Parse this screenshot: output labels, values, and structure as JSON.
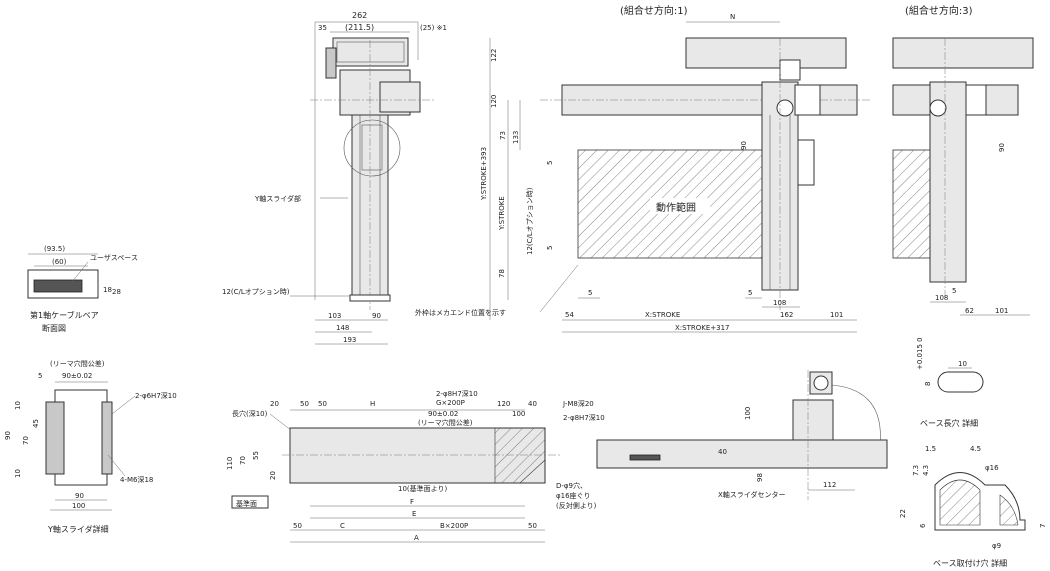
{
  "views": {
    "main_title": "(組合せ方向:1)",
    "right_title": "(組合せ方向:3)"
  },
  "side_view": {
    "dim_top": "262",
    "dim_top_paren": "(211.5)",
    "dim_35": "35",
    "dim_25": "(25) ※1",
    "label_y_slider": "Y軸スライダ部",
    "label_cl_option": "12(C/Lオプション時)",
    "dim_103": "103",
    "dim_90": "90",
    "dim_148": "148",
    "dim_193": "193"
  },
  "cable_section": {
    "dim_93": "(93.5)",
    "dim_60": "(60)",
    "label_user_space": "ユーザスペース",
    "dim_18": "18",
    "dim_28": "28",
    "caption_line1": "第1軸ケーブルベア",
    "caption_line2": "断面図"
  },
  "main_view": {
    "dim_N": "N",
    "dim_122": "122",
    "dim_120": "120",
    "dim_73": "73",
    "dim_133": "133",
    "dim_ystroke393": "Y:STROKE+393",
    "dim_ystroke": "Y:STROKE",
    "dim_12cl": "12(C/Lオプション時)",
    "dim_5a": "5",
    "dim_5b": "5",
    "dim_78": "78",
    "dim_90": "90",
    "label_area": "動作範囲",
    "dim_5c": "5",
    "dim_5d": "5",
    "dim_54": "54",
    "dim_108": "108",
    "dim_162": "162",
    "dim_101": "101",
    "dim_xstroke": "X:STROKE",
    "dim_xstroke317": "X:STROKE+317",
    "label_outer_frame": "外枠はメカエンド位置を示す"
  },
  "right_view": {
    "dim_90": "90",
    "dim_5": "5",
    "dim_108": "108",
    "dim_62": "62",
    "dim_101": "101"
  },
  "slot_detail": {
    "dim_10": "10",
    "dim_8": "8",
    "dim_tol": "+0.015 0",
    "caption": "ベース長穴 詳細"
  },
  "mount_detail": {
    "dim_15": "1.5",
    "dim_45": "4.5",
    "dim_phi16": "φ16",
    "dim_73": "7.3",
    "dim_43": "4.3",
    "dim_22": "22",
    "dim_6": "6",
    "dim_7": "7",
    "dim_phi9": "φ9",
    "caption": "ベース取付け穴 詳細"
  },
  "y_slider_detail": {
    "dim_reamer": "(リーマ穴間公差)",
    "dim_5": "5",
    "dim_90tol": "90±0.02",
    "label_holes1": "2-φ6H7深10",
    "label_holes2": "4-M6深18",
    "dim_10a": "10",
    "dim_45": "45",
    "dim_90": "90",
    "dim_70": "70",
    "dim_10b": "10",
    "dim_90b": "90",
    "dim_100": "100",
    "caption": "Y軸スライダ詳細"
  },
  "base_view": {
    "dim_20a": "20",
    "dim_50a": "50",
    "dim_50b": "50",
    "dim_H": "H",
    "label_pin": "2-φ8H7深10",
    "label_G": "G×200P",
    "dim_120": "120",
    "dim_40": "40",
    "label_J": "J-M8深20",
    "dim_90tol": "90±0.02",
    "dim_reamer": "(リーマ穴間公差)",
    "dim_100": "100",
    "label_pin2": "2-φ8H7深10",
    "label_slot": "長穴(深10)",
    "dim_110": "110",
    "dim_70": "70",
    "dim_55": "55",
    "dim_20b": "20",
    "label_base_face": "基準面",
    "label_ref": "10(基準面より)",
    "label_D1": "D-φ9穴、",
    "label_D2": "φ16座ぐり",
    "label_D3": "(反対側より)",
    "dim_50c": "50",
    "dim_C": "C",
    "dim_F": "F",
    "dim_E": "E",
    "dim_B200": "B×200P",
    "dim_50d": "50",
    "dim_A": "A"
  },
  "x_slider_view": {
    "dim_100": "100",
    "dim_40": "40",
    "dim_98": "98",
    "dim_112": "112",
    "label_center": "X軸スライダセンター"
  }
}
